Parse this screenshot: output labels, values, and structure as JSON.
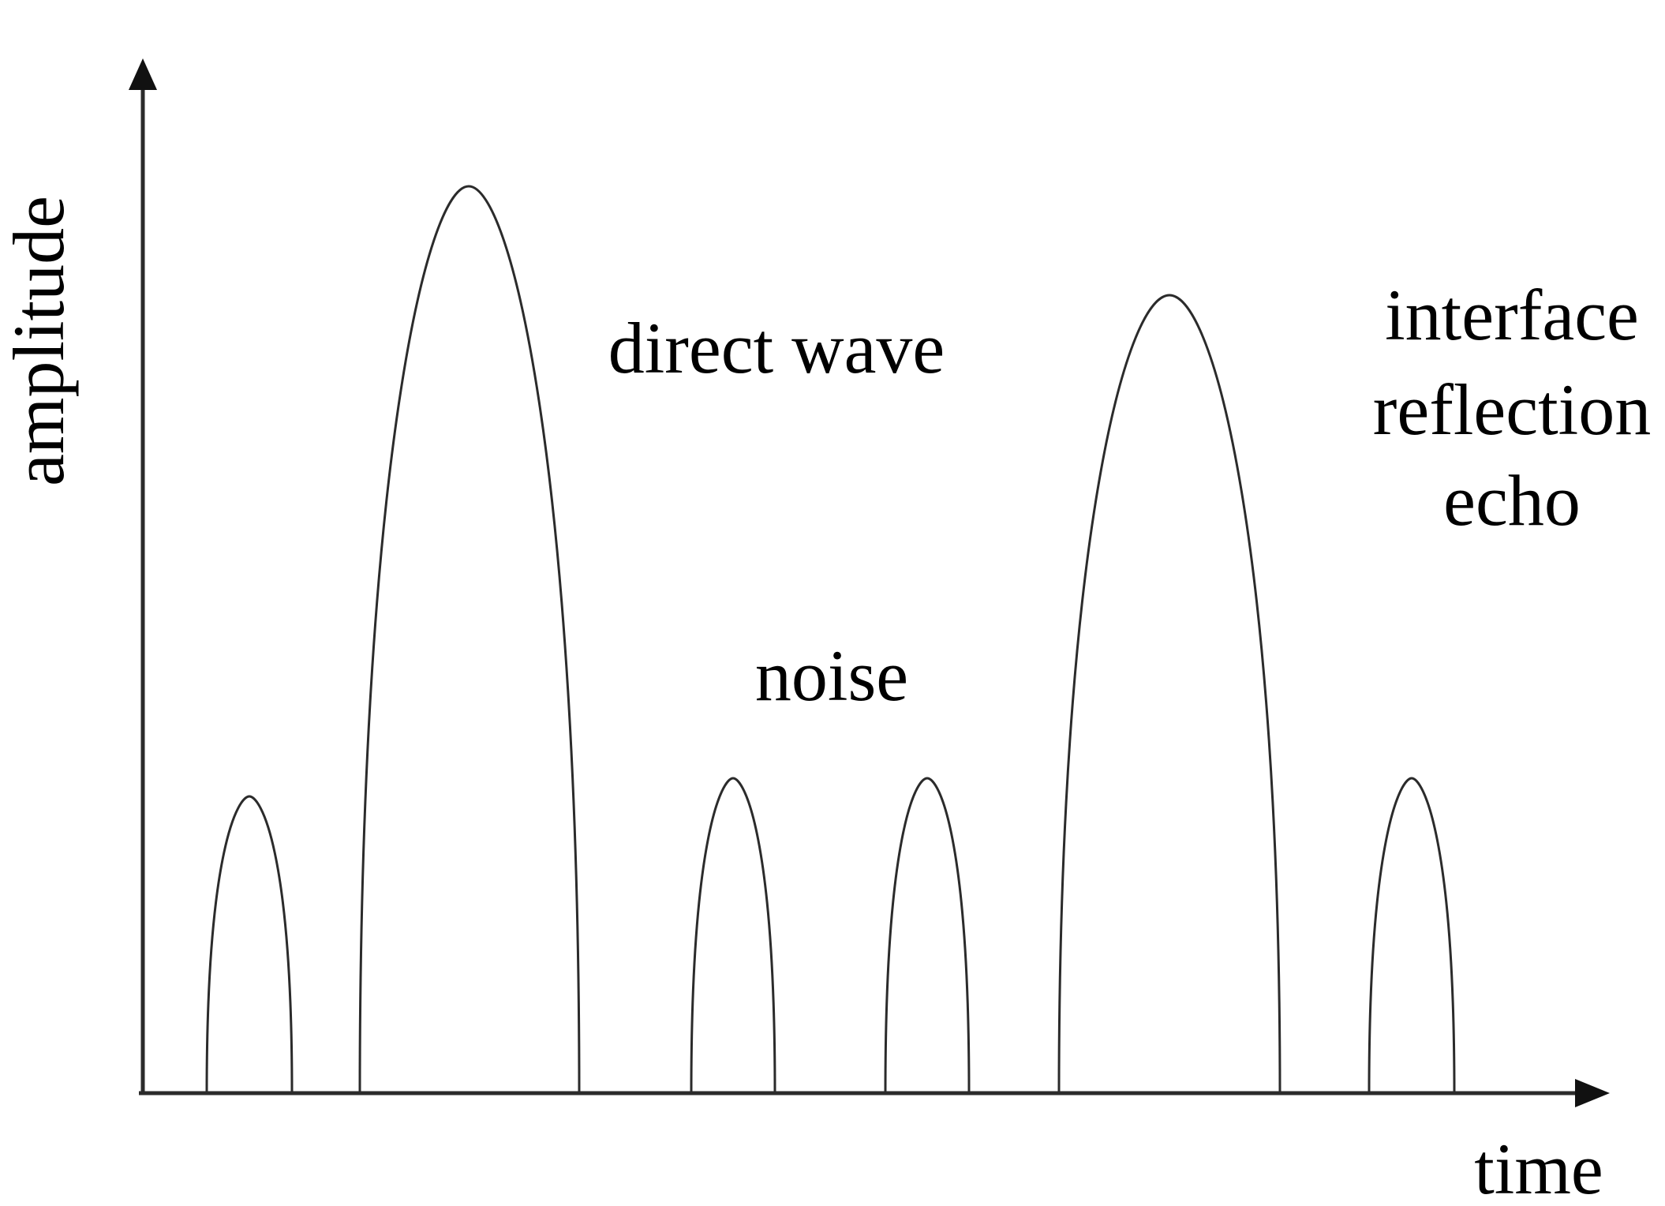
{
  "axes": {
    "x_label": "time",
    "y_label": "amplitude"
  },
  "annotations": {
    "direct_wave": "direct wave",
    "noise": "noise",
    "interface_reflection_echo": [
      "interface",
      "reflection",
      "echo"
    ]
  }
}
